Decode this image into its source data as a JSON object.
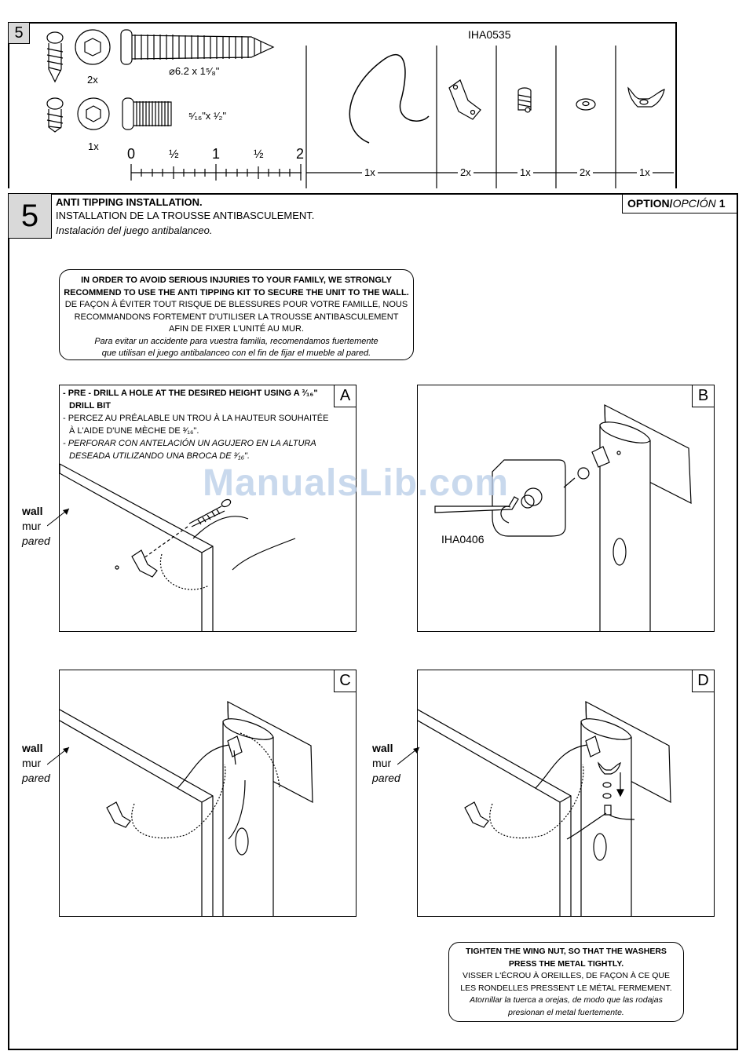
{
  "top_panel": {
    "step_number": "5",
    "part_code": "IHA0535",
    "screw_long_qty": "2x",
    "screw_long_size": "⌀6.2 x 1⁵⁄₈\"",
    "bolt_short_qty": "1x",
    "bolt_short_size": "⁵⁄₁₆\"x ¹⁄₂\"",
    "ruler_labels": [
      "0",
      "½",
      "1",
      "½",
      "2"
    ],
    "part_quantities": [
      "1x",
      "2x",
      "1x",
      "2x",
      "1x"
    ]
  },
  "main": {
    "step_number": "5",
    "title_en": "ANTI TIPPING INSTALLATION.",
    "title_fr": "INSTALLATION DE LA TROUSSE ANTIBASCULEMENT.",
    "title_es": "Instalación del juego antibalanceo.",
    "option_label_bold": "OPTION/",
    "option_label_italic": "OPCIÓN",
    "option_number": "1",
    "warning": {
      "en_line1": "IN ORDER TO AVOID SERIOUS INJURIES TO YOUR FAMILY, WE STRONGLY",
      "en_line2": "RECOMMEND TO USE THE ANTI TIPPING KIT TO SECURE THE UNIT TO THE WALL.",
      "fr_line1": "DE FAÇON À ÉVITER TOUT RISQUE DE BLESSURES POUR VOTRE FAMILLE, NOUS",
      "fr_line2": "RECOMMANDONS FORTEMENT D'UTILISER LA TROUSSE ANTIBASCULEMENT",
      "fr_line3": "AFIN DE FIXER L'UNITÉ AU MUR.",
      "es_line1": "Para evitar un accidente para vuestra familia, recomendamos fuertemente",
      "es_line2": "que utilisan el juego antibalanceo con el fin de fijar el mueble al pared."
    },
    "panel_a": {
      "letter": "A",
      "en_line1": "- PRE - DRILL A HOLE AT THE DESIRED HEIGHT USING A ³⁄₁₆\"",
      "en_line2": "DRILL BIT",
      "fr_line1": "- PERCEZ AU PRÉALABLE UN TROU À LA HAUTEUR SOUHAITÉE",
      "fr_line2": "À L'AIDE D'UNE MÈCHE DE ³⁄₁₆\".",
      "es_line1": "- PERFORAR CON ANTELACIÓN UN AGUJERO EN LA ALTURA",
      "es_line2": "DESEADA UTILIZANDO UNA BROCA DE ³⁄₁₆\"."
    },
    "panel_b": {
      "letter": "B",
      "tool_code": "IHA0406"
    },
    "panel_c": {
      "letter": "C"
    },
    "panel_d": {
      "letter": "D"
    },
    "wall_label": {
      "en": "wall",
      "fr": "mur",
      "es": "pared"
    },
    "tighten_note": {
      "en_line1": "TIGHTEN THE WING NUT, SO THAT THE WASHERS",
      "en_line2": "PRESS THE METAL TIGHTLY.",
      "fr_line1": "VISSER L'ÉCROU À OREILLES, DE FAÇON À CE QUE",
      "fr_line2": "LES RONDELLES PRESSENT LE MÉTAL FERMEMENT.",
      "es_line1": "Atornillar la tuerca a orejas, de modo que las rodajas",
      "es_line2": "presionan el metal fuertemente."
    }
  },
  "watermark": "ManualsLib.com"
}
